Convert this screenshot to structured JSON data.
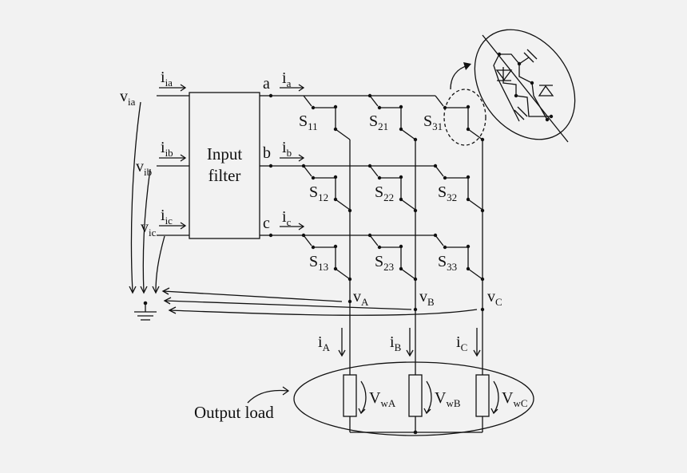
{
  "input_filter": {
    "line1": "Input",
    "line2": "filter"
  },
  "input_voltages": [
    {
      "main": "v",
      "sub": "ia"
    },
    {
      "main": "v",
      "sub": "ib"
    },
    {
      "main": "v",
      "sub": "ic"
    }
  ],
  "input_currents": [
    {
      "main": "i",
      "sub": "ia"
    },
    {
      "main": "i",
      "sub": "ib"
    },
    {
      "main": "i",
      "sub": "ic"
    }
  ],
  "phase_nodes": [
    "a",
    "b",
    "c"
  ],
  "phase_currents": [
    {
      "main": "i",
      "sub": "a"
    },
    {
      "main": "i",
      "sub": "b"
    },
    {
      "main": "i",
      "sub": "c"
    }
  ],
  "switches": [
    {
      "main": "S",
      "sub": "11"
    },
    {
      "main": "S",
      "sub": "21"
    },
    {
      "main": "S",
      "sub": "31"
    },
    {
      "main": "S",
      "sub": "12"
    },
    {
      "main": "S",
      "sub": "22"
    },
    {
      "main": "S",
      "sub": "32"
    },
    {
      "main": "S",
      "sub": "13"
    },
    {
      "main": "S",
      "sub": "23"
    },
    {
      "main": "S",
      "sub": "33"
    }
  ],
  "output_voltages": [
    {
      "main": "v",
      "sub": "A"
    },
    {
      "main": "v",
      "sub": "B"
    },
    {
      "main": "v",
      "sub": "C"
    }
  ],
  "output_currents": [
    {
      "main": "i",
      "sub": "A"
    },
    {
      "main": "i",
      "sub": "B"
    },
    {
      "main": "i",
      "sub": "C"
    }
  ],
  "load_voltages": [
    {
      "main": "V",
      "sub": "wA"
    },
    {
      "main": "V",
      "sub": "wB"
    },
    {
      "main": "V",
      "sub": "wC"
    }
  ],
  "output_load_label": "Output load"
}
